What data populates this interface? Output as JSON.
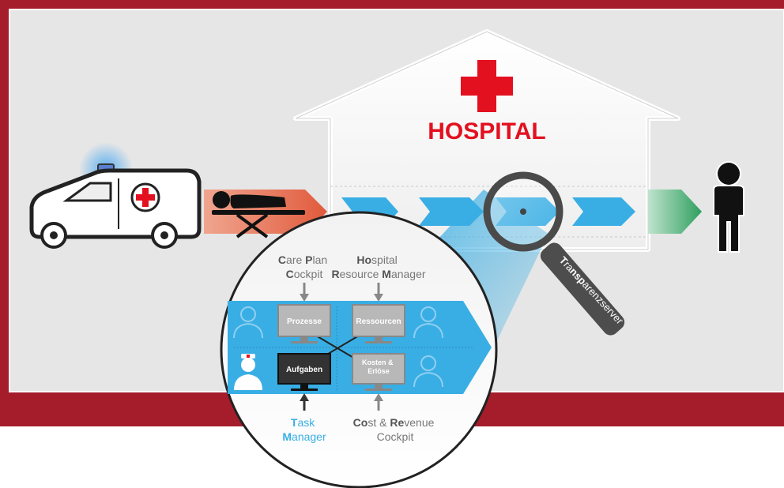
{
  "hospital": {
    "label": "HOSPITAL"
  },
  "magnifier": {
    "label": "Transparenzserver",
    "label_emphasis": [
      "T",
      "ns",
      "p"
    ]
  },
  "zoom": {
    "top_left": {
      "line1": {
        "initial": "C",
        "rest": "are ",
        "initial2": "P",
        "rest2": "lan"
      },
      "line2": {
        "initial": "C",
        "rest": "ockpit"
      }
    },
    "top_right": {
      "line1": {
        "initial": "Ho",
        "rest": "spital"
      },
      "line2": {
        "initial": "R",
        "rest": "esource ",
        "initial2": "M",
        "rest2": "anager"
      }
    },
    "bottom_left": {
      "line1": {
        "initial": "T",
        "rest": "ask"
      },
      "line2": {
        "initial": "M",
        "rest": "anager"
      }
    },
    "bottom_right": {
      "line1": {
        "initial": "Co",
        "rest": "st & ",
        "initial2": "Re",
        "rest2": "venue"
      },
      "line2": {
        "text": "Cockpit"
      }
    },
    "monitors": {
      "prozesse": "Prozesse",
      "ressourcen": "Ressourcen",
      "aufgaben": "Aufgaben",
      "kosten_line1": "Kosten &",
      "kosten_line2": "Erlöse"
    }
  },
  "colors": {
    "frame_red": "#a51c2a",
    "panel_gray": "#e6e6e6",
    "process_blue": "#39aee4",
    "patient_salmon": "#e8735a",
    "exit_green": "#3aa86a",
    "cross_red": "#e3101f",
    "task_accent": "#39aee4"
  },
  "icons": [
    "ambulance-icon",
    "stretcher-patient-icon",
    "person-icon",
    "doctor-icon",
    "nurse-icon",
    "monitor-icon",
    "magnifier-icon",
    "red-cross-icon"
  ]
}
